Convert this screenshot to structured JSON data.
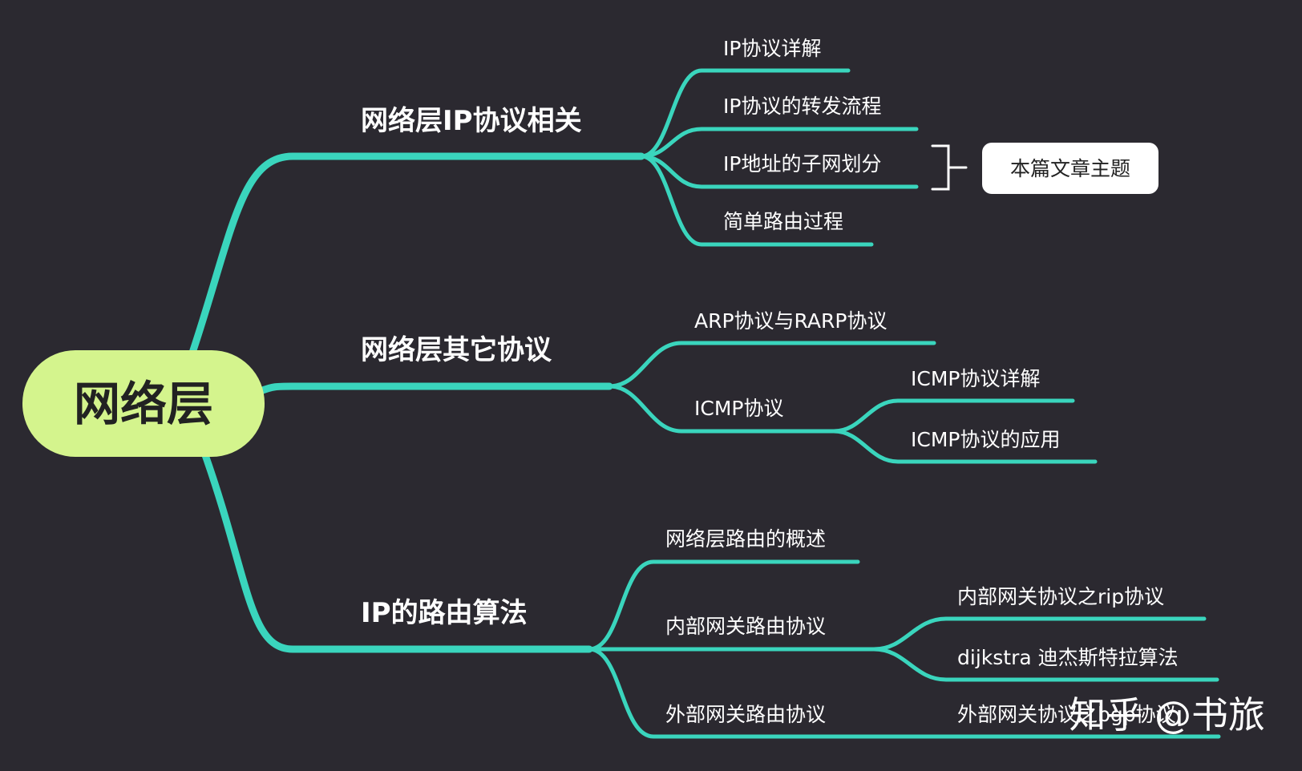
{
  "root": {
    "label": "网络层",
    "color": "#d4f48d"
  },
  "link_color": "#3ad5bd",
  "background": "#2b2930",
  "branches": [
    {
      "label": "网络层IP协议相关",
      "children": [
        {
          "label": "IP协议详解"
        },
        {
          "label": "IP协议的转发流程"
        },
        {
          "label": "IP地址的子网划分"
        },
        {
          "label": "简单路由过程"
        }
      ]
    },
    {
      "label": "网络层其它协议",
      "children": [
        {
          "label": "ARP协议与RARP协议"
        },
        {
          "label": "ICMP协议",
          "children": [
            {
              "label": "ICMP协议详解"
            },
            {
              "label": "ICMP协议的应用"
            }
          ]
        }
      ]
    },
    {
      "label": "IP的路由算法",
      "children": [
        {
          "label": "网络层路由的概述"
        },
        {
          "label": "内部网关路由协议",
          "children": [
            {
              "label": "内部网关协议之rip协议"
            },
            {
              "label": "dijkstra 迪杰斯特拉算法"
            }
          ]
        },
        {
          "label": "外部网关路由协议",
          "children": [
            {
              "label": "外部网关协议之bgp协议"
            }
          ]
        }
      ]
    }
  ],
  "summary_note": {
    "label": "本篇文章主题"
  },
  "watermark": "知乎 @书旅"
}
